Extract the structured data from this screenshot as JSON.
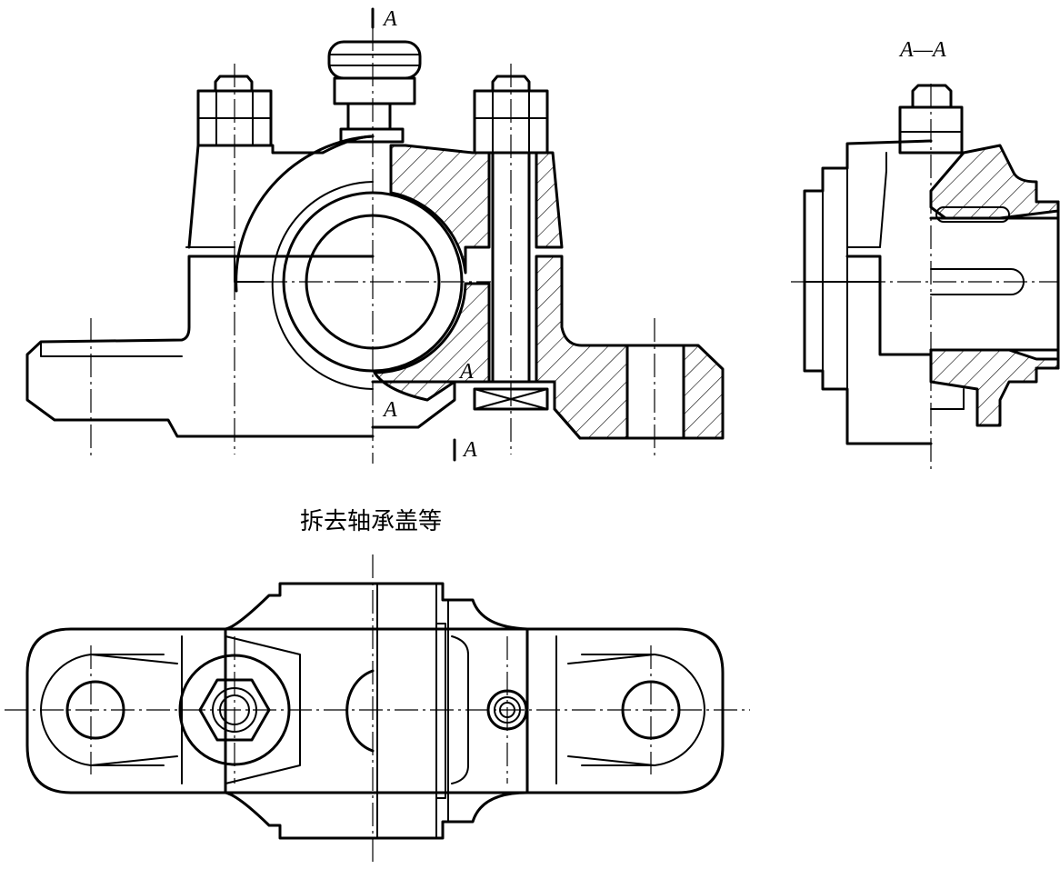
{
  "labels": {
    "section_top": "A",
    "section_bottom": "A",
    "inner_left": "A",
    "inner_mid": "A",
    "section_view_title": "A—A"
  },
  "caption": "拆去轴承盖等"
}
